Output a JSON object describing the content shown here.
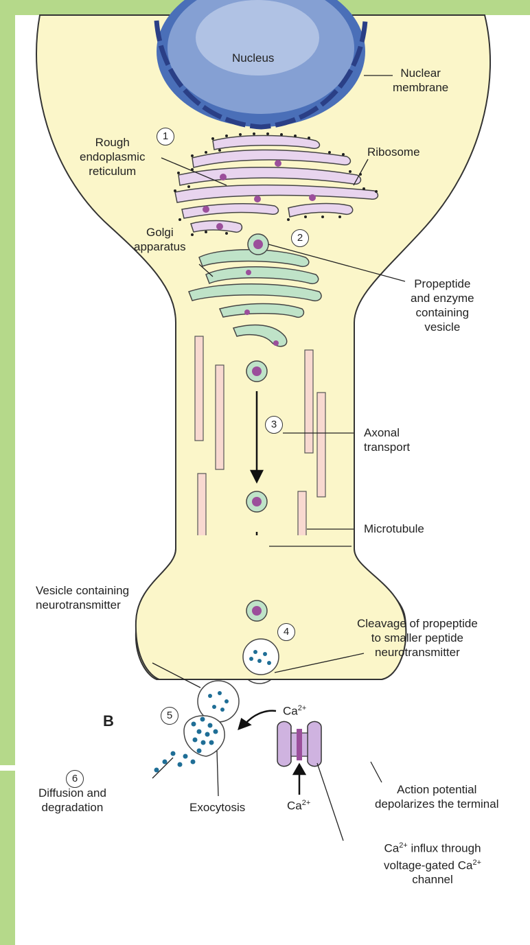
{
  "colors": {
    "left_bar": "#b5d98a",
    "top_bar": "#b5d98a",
    "cytoplasm": "#fbf6c9",
    "nucleus": "#4a6fb8",
    "rer": "#e8d4ee",
    "golgi": "#bfe3c8",
    "microtubule": "#f8d9d0",
    "granule": "#9b4f9b",
    "dots": "#1f6e96"
  },
  "labels": {
    "nucleus": "Nucleus",
    "nuclear_membrane": "Nuclear\nmembrane",
    "rough_er": "Rough\nendoplasmic\nreticulum",
    "ribosome": "Ribosome",
    "golgi": "Golgi\napparatus",
    "propeptide_vesicle": "Propeptide\nand enzyme\ncontaining\nvesicle",
    "axonal_transport": "Axonal\ntransport",
    "microtubule": "Microtubule",
    "vesicle_nt": "Vesicle containing\nneurotransmitter",
    "cleavage": "Cleavage of propeptide\nto smaller peptide\nneurotransmitter",
    "panel": "B",
    "ca_label": "Ca",
    "ca_sup": "2+",
    "action_potential": "Action potential\ndepolarizes the terminal",
    "diffusion": "Diffusion and\ndegradation",
    "exocytosis": "Exocytosis",
    "influx_line1": "influx through",
    "influx_line2": "voltage-gated Ca",
    "influx_line3": "channel"
  },
  "steps": [
    "1",
    "2",
    "3",
    "4",
    "5",
    "6"
  ]
}
